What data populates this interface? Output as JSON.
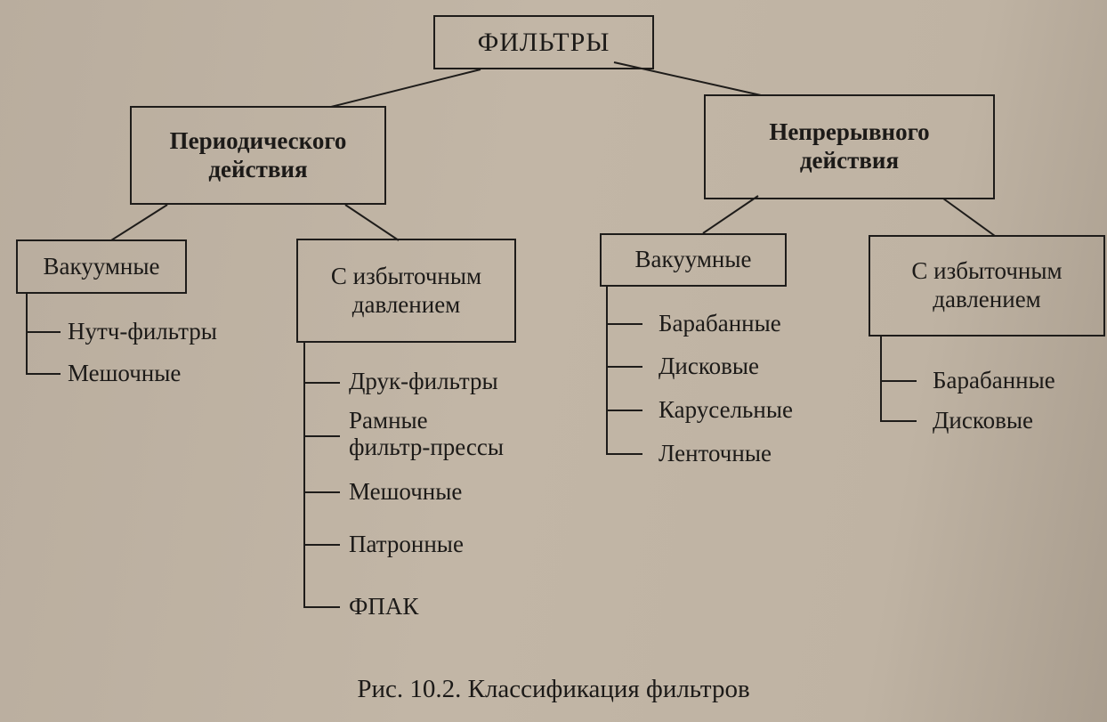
{
  "root": "ФИЛЬТРЫ",
  "periodic": {
    "title_line1": "Периодического",
    "title_line2": "действия",
    "vacuum": {
      "title": "Вакуумные",
      "items": [
        "Нутч-фильтры",
        "Мешочные"
      ]
    },
    "pressure": {
      "title_line1": "С избыточным",
      "title_line2": "давлением",
      "items": [
        {
          "line1": "Друк-фильтры"
        },
        {
          "line1": "Рамные",
          "line2": "фильтр-прессы"
        },
        {
          "line1": "Мешочные"
        },
        {
          "line1": "Патронные"
        },
        {
          "line1": "ФПАК"
        }
      ]
    }
  },
  "continuous": {
    "title_line1": "Непрерывного",
    "title_line2": "действия",
    "vacuum": {
      "title": "Вакуумные",
      "items": [
        "Барабанные",
        "Дисковые",
        "Карусельные",
        "Ленточные"
      ]
    },
    "pressure": {
      "title_line1": "С избыточным",
      "title_line2": "давлением",
      "items": [
        "Барабанные",
        "Дисковые"
      ]
    }
  },
  "caption": "Рис. 10.2. Классификация фильтров"
}
